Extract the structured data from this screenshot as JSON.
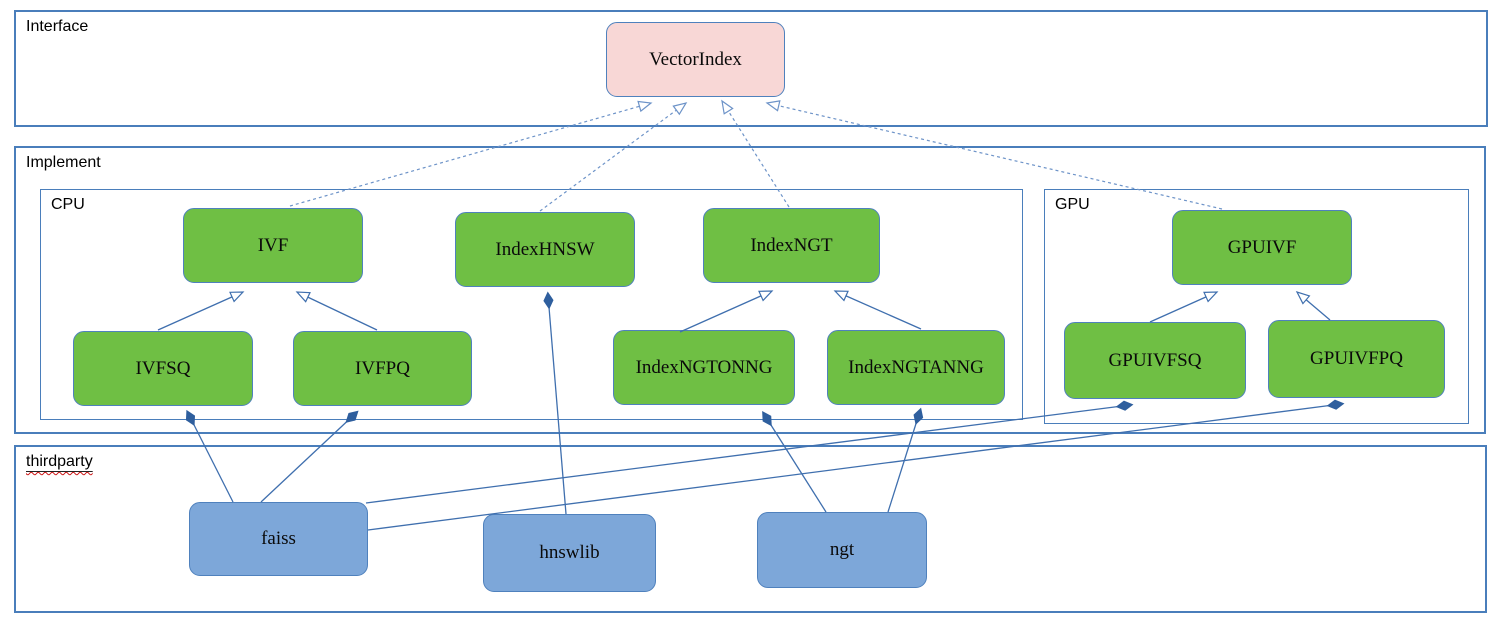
{
  "diagram": {
    "containers": {
      "interface": {
        "label": "Interface"
      },
      "implement": {
        "label": "Implement"
      },
      "cpu": {
        "label": "CPU"
      },
      "gpu": {
        "label": "GPU"
      },
      "thirdparty": {
        "label": "thirdparty"
      }
    },
    "nodes": {
      "vectorindex": {
        "label": "VectorIndex",
        "kind": "interface"
      },
      "ivf": {
        "label": "IVF",
        "kind": "class"
      },
      "indexhnsw": {
        "label": "IndexHNSW",
        "kind": "class"
      },
      "indexngt": {
        "label": "IndexNGT",
        "kind": "class"
      },
      "gpuivf": {
        "label": "GPUIVF",
        "kind": "class"
      },
      "ivfsq": {
        "label": "IVFSQ",
        "kind": "class"
      },
      "ivfpq": {
        "label": "IVFPQ",
        "kind": "class"
      },
      "indexngtonng": {
        "label": "IndexNGTONNG",
        "kind": "class"
      },
      "indexngtanng": {
        "label": "IndexNGTANNG",
        "kind": "class"
      },
      "gpuivfsq": {
        "label": "GPUIVFSQ",
        "kind": "class"
      },
      "gpuivfpq": {
        "label": "GPUIVFPQ",
        "kind": "class"
      },
      "faiss": {
        "label": "faiss",
        "kind": "library"
      },
      "hnswlib": {
        "label": "hnswlib",
        "kind": "library"
      },
      "ngt": {
        "label": "ngt",
        "kind": "library"
      }
    },
    "edges": [
      {
        "from": "IVF",
        "to": "VectorIndex",
        "type": "realization"
      },
      {
        "from": "IndexHNSW",
        "to": "VectorIndex",
        "type": "realization"
      },
      {
        "from": "IndexNGT",
        "to": "VectorIndex",
        "type": "realization"
      },
      {
        "from": "GPUIVF",
        "to": "VectorIndex",
        "type": "realization"
      },
      {
        "from": "IVFSQ",
        "to": "IVF",
        "type": "generalization"
      },
      {
        "from": "IVFPQ",
        "to": "IVF",
        "type": "generalization"
      },
      {
        "from": "IndexNGTONNG",
        "to": "IndexNGT",
        "type": "generalization"
      },
      {
        "from": "IndexNGTANNG",
        "to": "IndexNGT",
        "type": "generalization"
      },
      {
        "from": "GPUIVFSQ",
        "to": "GPUIVF",
        "type": "generalization"
      },
      {
        "from": "GPUIVFPQ",
        "to": "GPUIVF",
        "type": "generalization"
      },
      {
        "from": "faiss",
        "to": "IVFSQ",
        "type": "composition"
      },
      {
        "from": "faiss",
        "to": "IVFPQ",
        "type": "composition"
      },
      {
        "from": "faiss",
        "to": "GPUIVFSQ",
        "type": "composition"
      },
      {
        "from": "faiss",
        "to": "GPUIVFPQ",
        "type": "composition"
      },
      {
        "from": "hnswlib",
        "to": "IndexHNSW",
        "type": "composition"
      },
      {
        "from": "ngt",
        "to": "IndexNGTONNG",
        "type": "composition"
      },
      {
        "from": "ngt",
        "to": "IndexNGTANNG",
        "type": "composition"
      }
    ],
    "colors": {
      "interface_fill": "#f8d7d6",
      "class_fill": "#6fbf44",
      "library_fill": "#7da7d9",
      "node_border": "#4f81bd",
      "container_border": "#4a7ebb",
      "edge_line": "#3f6fae",
      "spellcheck_wave": "#cc1111"
    }
  }
}
